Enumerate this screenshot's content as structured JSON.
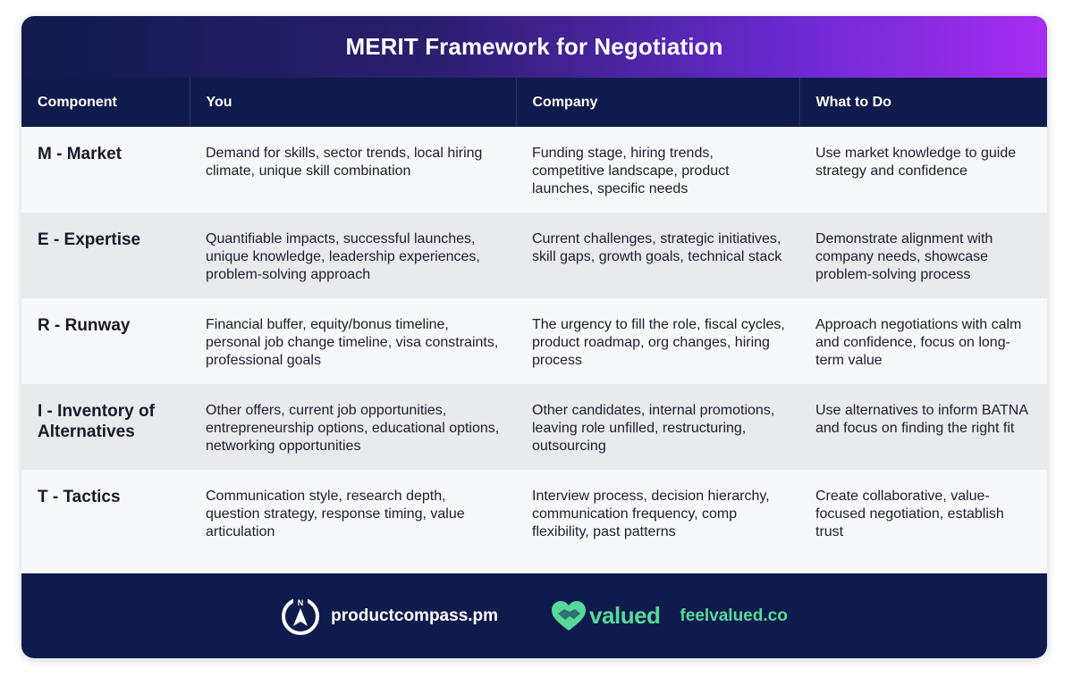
{
  "title": "MERIT Framework for Negotiation",
  "headers": [
    "Component",
    "You",
    "Company",
    "What to Do"
  ],
  "rows": [
    {
      "component": "M - Market",
      "you": "Demand for skills, sector trends, local hiring climate, unique skill combination",
      "company": "Funding stage, hiring trends, competitive landscape, product launches, specific needs",
      "todo": "Use market knowledge to guide strategy and confidence"
    },
    {
      "component": "E - Expertise",
      "you": "Quantifiable impacts, successful launches, unique knowledge, leadership experiences, problem-solving approach",
      "company": "Current challenges, strategic initiatives, skill gaps, growth goals, technical stack",
      "todo": "Demonstrate alignment with company needs, showcase problem-solving process"
    },
    {
      "component": "R - Runway",
      "you": "Financial buffer, equity/bonus timeline, personal job change timeline, visa constraints, professional goals",
      "company": "The urgency to fill the role, fiscal cycles, product roadmap, org changes, hiring process",
      "todo": "Approach negotiations with calm and confidence, focus on long-term value"
    },
    {
      "component": "I - Inventory of Alternatives",
      "you": "Other offers, current job opportunities, entrepreneurship options, educational options, networking opportunities",
      "company": "Other candidates, internal promotions, leaving role unfilled, restructuring, outsourcing",
      "todo": "Use alternatives to inform BATNA and focus on finding the right fit"
    },
    {
      "component": "T - Tactics",
      "you": "Communication style, research depth, question strategy, response timing, value articulation",
      "company": "Interview process, decision hierarchy, communication frequency, comp flexibility, past patterns",
      "todo": "Create collaborative, value-focused negotiation, establish trust"
    }
  ],
  "footer": {
    "brand1": "productcompass.pm",
    "brand2_logo_text": "valued",
    "brand2": "feelvalued.co"
  },
  "icons": {
    "compass": "compass-logo-icon",
    "heart": "handshake-heart-logo-icon"
  },
  "colors": {
    "navy": "#0f1b4c",
    "purple": "#a62df0",
    "green": "#56d99a"
  }
}
